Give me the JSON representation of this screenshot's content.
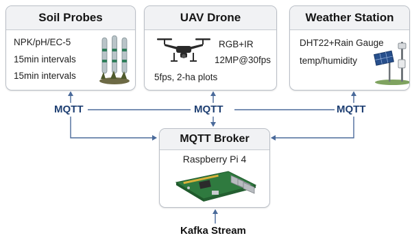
{
  "soil": {
    "title": "Soil Probes",
    "line1": "NPK/pH/EC-5",
    "line2": "15min intervals",
    "line3": "15min intervals",
    "icon": "soil-probe-icon"
  },
  "uav": {
    "title": "UAV Drone",
    "line1": "RGB+IR",
    "line2": "12MP@30fps",
    "line3": "5fps, 2-ha plots",
    "icon": "drone-icon"
  },
  "weather": {
    "title": "Weather Station",
    "line1": "DHT22+Rain Gauge",
    "line2": "temp/humidity",
    "icon": "solar-weather-station-icon"
  },
  "broker": {
    "title": "MQTT Broker",
    "subtitle": "Raspberry Pi 4",
    "icon": "raspberry-pi-board-icon"
  },
  "links": {
    "left": "MQTT",
    "center": "MQTT",
    "right": "MQTT"
  },
  "kafka": {
    "label": "Kafka Stream"
  },
  "colors": {
    "connector": "#4a6a9a",
    "link_label": "#1e3f72",
    "header_bg": "#f1f2f4",
    "border": "#b9bec6"
  }
}
